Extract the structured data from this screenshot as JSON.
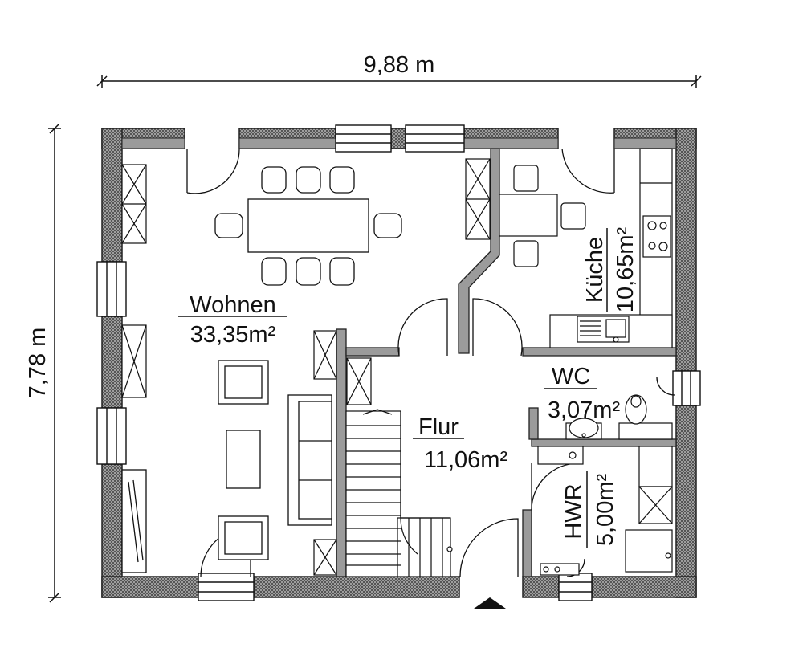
{
  "dimensions": {
    "width": "9,88 m",
    "height": "7,78 m"
  },
  "rooms": {
    "wohnen": {
      "name": "Wohnen",
      "area": "33,35m²"
    },
    "flur": {
      "name": "Flur",
      "area": "11,06m²"
    },
    "kueche": {
      "name": "Küche",
      "area": "10,65m²"
    },
    "wc": {
      "name": "WC",
      "area": "3,07m²"
    },
    "hwr": {
      "name": "HWR",
      "area": "5,00m²"
    }
  },
  "colors": {
    "wall": "#9b9b9b",
    "wall_outline": "#222222",
    "line": "#111111"
  }
}
